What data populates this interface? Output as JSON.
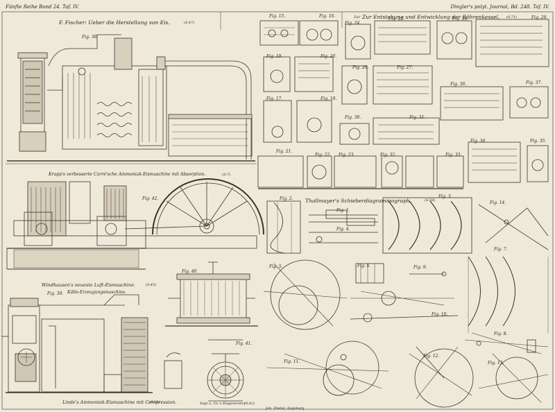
{
  "header": {
    "left": "Fünfte Reihe Band 24. Taf. IV.",
    "right": "Dingler's polyt. Journal, Bd. 248. Taf. IV."
  },
  "sections": {
    "eis": "F. Fischer: Ueber die Herstellung von Eis.",
    "eis_ref": "(S.47)",
    "roehren": "Zur Entstehung und Entwicklung der Röhrenkessel.",
    "roehren_ref": "(S.71)",
    "roehren_abbr": "Zur",
    "krapp": "Krapp's verbesserte Carré'sche Ammoniak-Eismaschine mit Absorption.",
    "krapp_ref": "(S.7)",
    "thallmayer": "Thallmayer's Schieberdiagrammograph.",
    "thallmayer_ref": "(S.58)",
    "windhausen": "Windhausen's neueste Luft-Eismaschine.",
    "windhausen_ref": "(S.45)",
    "kalte": "Kälte-Erzeugungsmaschine.",
    "linde": "Linde's Ammoniak-Eismaschine mit Compression.",
    "linde_ref": "(S.45)",
    "vogt": "Vogt u. Co.'s Eisgenerator",
    "vogt_ref": "(S.42)"
  },
  "figures": [
    "Fig. 38.",
    "Fig. 39.",
    "Fig. 40.",
    "Fig. 41.",
    "Fig. 42.",
    "Fig. 15.",
    "Fig. 16.",
    "Fig. 17.",
    "Fig. 18.",
    "Fig. 19.",
    "Fig. 20.",
    "Fig. 23.",
    "Fig. 24.",
    "Fig. 25.",
    "Fig. 26.",
    "Fig. 27.",
    "Fig. 28.",
    "Fig. 29.",
    "Fig. 30.",
    "Fig. 31.",
    "Fig. 32.",
    "Fig. 33.",
    "Fig. 34.",
    "Fig. 35.",
    "Fig. 36.",
    "Fig. 37.",
    "Fig. 21.",
    "Fig. 22.",
    "Fig. 1.",
    "Fig. 2.",
    "Fig. 3.",
    "Fig. 4.",
    "Fig. 5.",
    "Fig. 6.",
    "Fig. 7.",
    "Fig. 8.",
    "Fig. 9.",
    "Fig. 10.",
    "Fig. 11.",
    "Fig. 12.",
    "Fig. 13.",
    "Fig. 14."
  ],
  "footer": "Joh. Ebeler, Augsburg"
}
